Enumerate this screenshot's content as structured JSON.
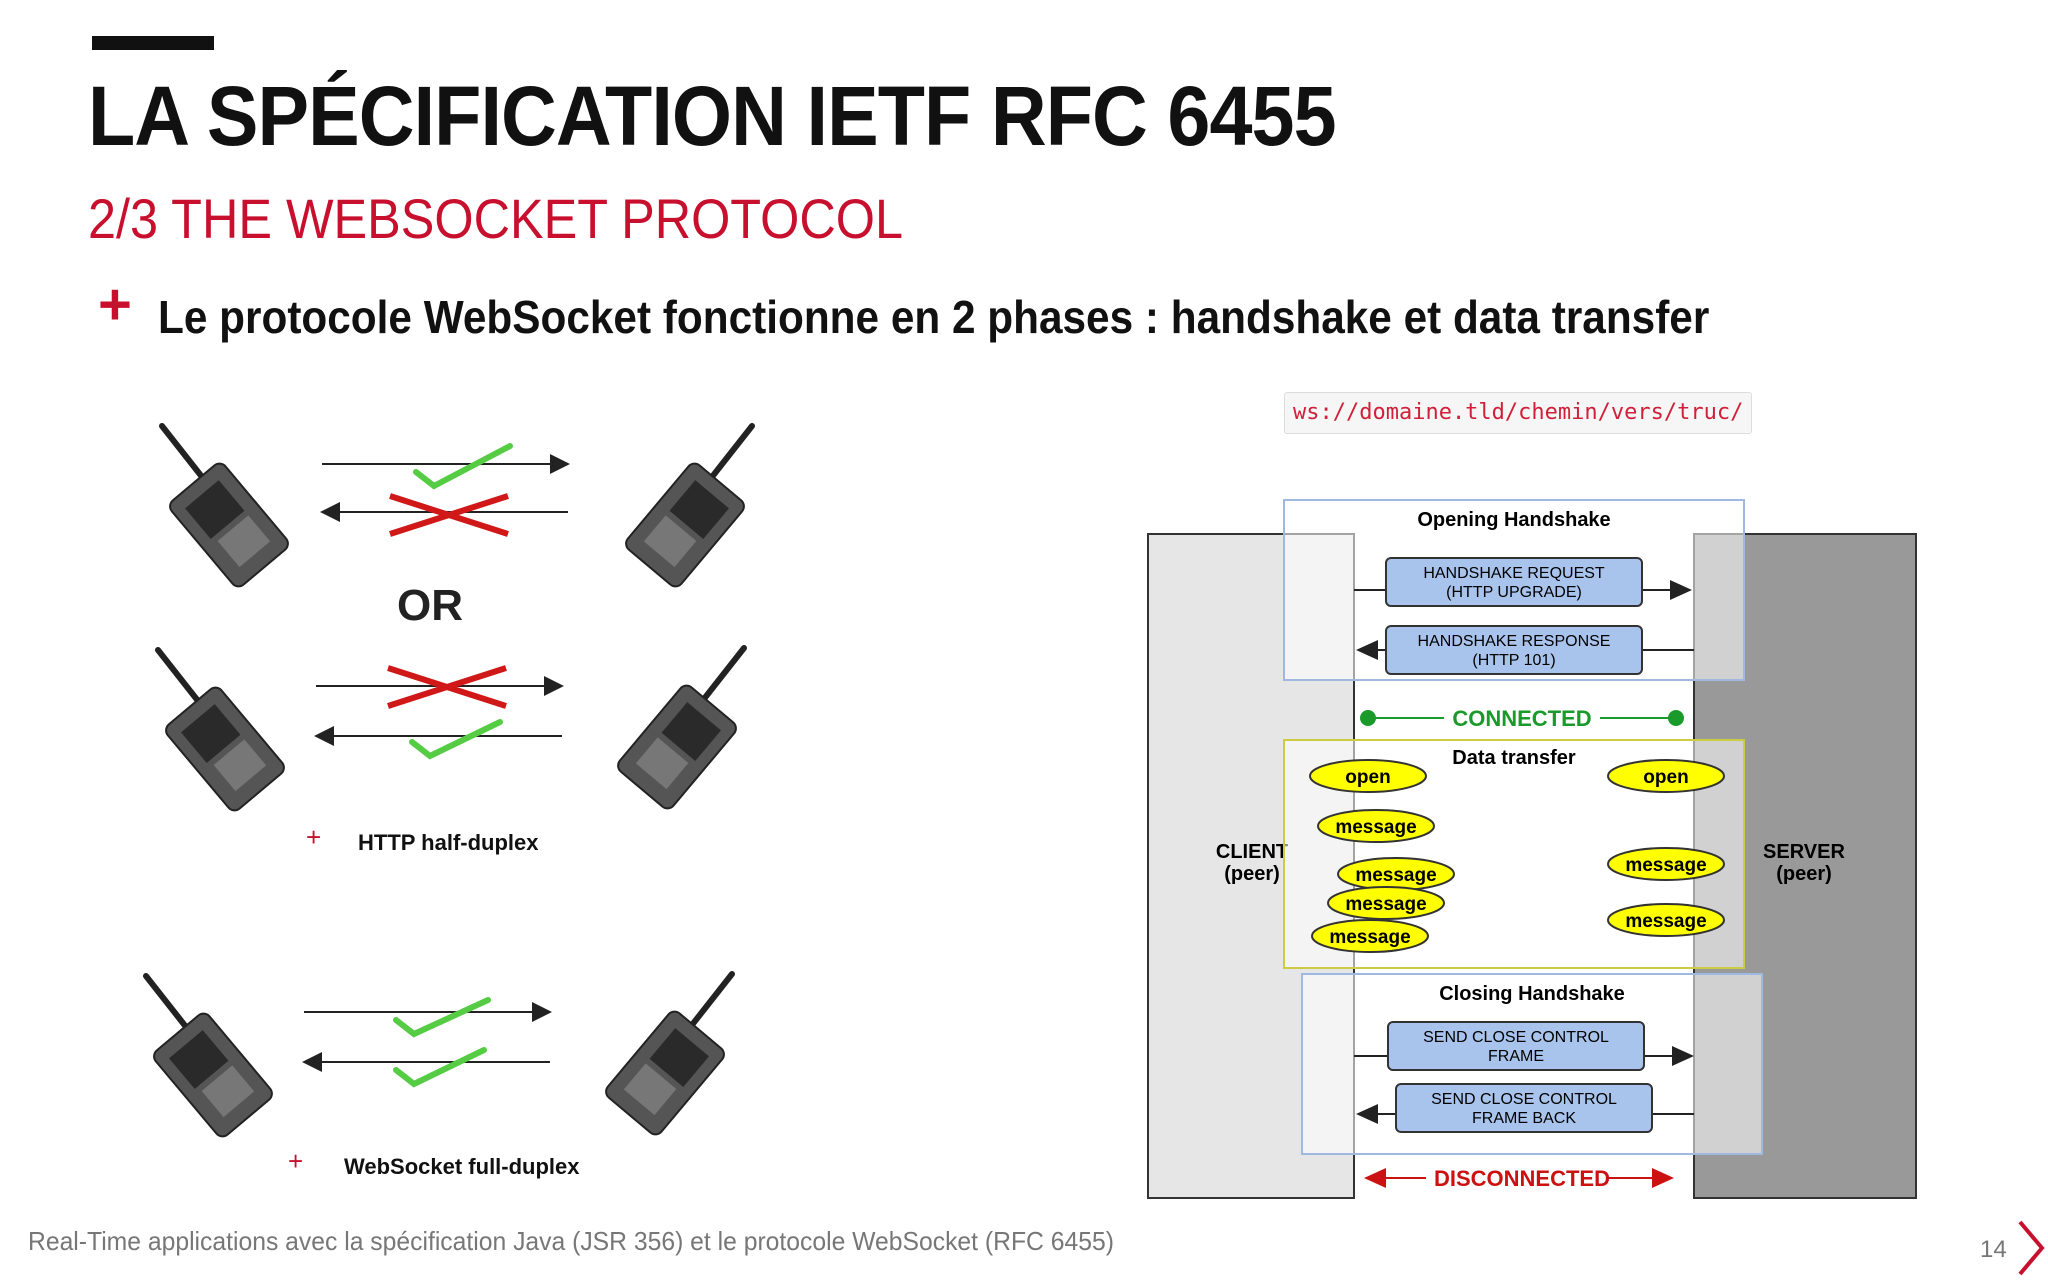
{
  "slide": {
    "title": "LA SPÉCIFICATION IETF RFC 6455",
    "subtitle": "2/3 THE WEBSOCKET PROTOCOL",
    "bullet_marker": "+",
    "bullet": "Le protocole WebSocket fonctionne en 2 phases : handshake et data transfer",
    "footer": "Real-Time applications avec la spécification Java (JSR 356) et le protocole WebSocket (RFC 6455)",
    "page_number": "14"
  },
  "left_figure": {
    "or_label": "OR",
    "caption_half": "HTTP  half-duplex",
    "caption_full": "WebSocket full-duplex",
    "caption_marker": "+",
    "icons": [
      "walkie-talkie-icon",
      "check-icon",
      "cross-icon",
      "arrow-icon"
    ]
  },
  "right_figure": {
    "url": "ws://domaine.tld/chemin/vers/truc/",
    "client_label": [
      "CLIENT",
      "(peer)"
    ],
    "server_label": [
      "SERVER",
      "(peer)"
    ],
    "opening_title": "Opening Handshake",
    "handshake_request": [
      "HANDSHAKE REQUEST",
      "(HTTP UPGRADE)"
    ],
    "handshake_response": [
      "HANDSHAKE RESPONSE",
      "(HTTP 101)"
    ],
    "connected": "CONNECTED",
    "data_title": "Data transfer",
    "open": "open",
    "message": "message",
    "closing_title": "Closing Handshake",
    "close_control": [
      "SEND CLOSE CONTROL",
      "FRAME"
    ],
    "close_back": [
      "SEND CLOSE CONTROL",
      "FRAME BACK"
    ],
    "disconnected": "DISCONNECTED",
    "colors": {
      "box_fill": "#a9c4ec",
      "ellipse_fill": "#ffff00",
      "connected": "#1a9a2a",
      "disconnected": "#cc1111",
      "client_bg": "#e6e6e6",
      "server_bg": "#999999"
    }
  }
}
